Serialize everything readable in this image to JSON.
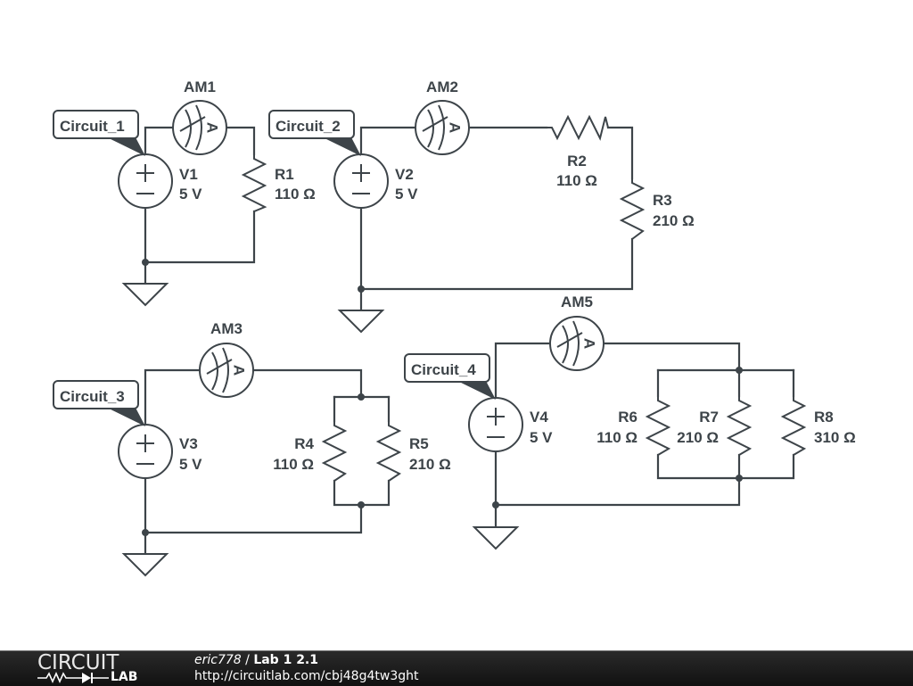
{
  "schematic": {
    "circuits": [
      {
        "tag": "Circuit_1",
        "source": {
          "name": "V1",
          "value": "5 V"
        },
        "ammeter": {
          "name": "AM1",
          "symbol": "A"
        },
        "resistors": [
          {
            "name": "R1",
            "value": "110 Ω"
          }
        ],
        "topology": "series"
      },
      {
        "tag": "Circuit_2",
        "source": {
          "name": "V2",
          "value": "5 V"
        },
        "ammeter": {
          "name": "AM2",
          "symbol": "A"
        },
        "resistors": [
          {
            "name": "R2",
            "value": "110 Ω"
          },
          {
            "name": "R3",
            "value": "210 Ω"
          }
        ],
        "topology": "series"
      },
      {
        "tag": "Circuit_3",
        "source": {
          "name": "V3",
          "value": "5 V"
        },
        "ammeter": {
          "name": "AM3",
          "symbol": "A"
        },
        "resistors": [
          {
            "name": "R4",
            "value": "110 Ω"
          },
          {
            "name": "R5",
            "value": "210 Ω"
          }
        ],
        "topology": "parallel"
      },
      {
        "tag": "Circuit_4",
        "source": {
          "name": "V4",
          "value": "5 V"
        },
        "ammeter": {
          "name": "AM5",
          "symbol": "A"
        },
        "resistors": [
          {
            "name": "R6",
            "value": "110 Ω"
          },
          {
            "name": "R7",
            "value": "210 Ω"
          },
          {
            "name": "R8",
            "value": "310 Ω"
          }
        ],
        "topology": "parallel"
      }
    ]
  },
  "footer": {
    "logo_top": "CIRCUIT",
    "logo_bottom": "LAB",
    "user": "eric778",
    "separator": " / ",
    "title": "Lab 1 2.1",
    "url": "http://circuitlab.com/cbj48g4tw3ght"
  }
}
